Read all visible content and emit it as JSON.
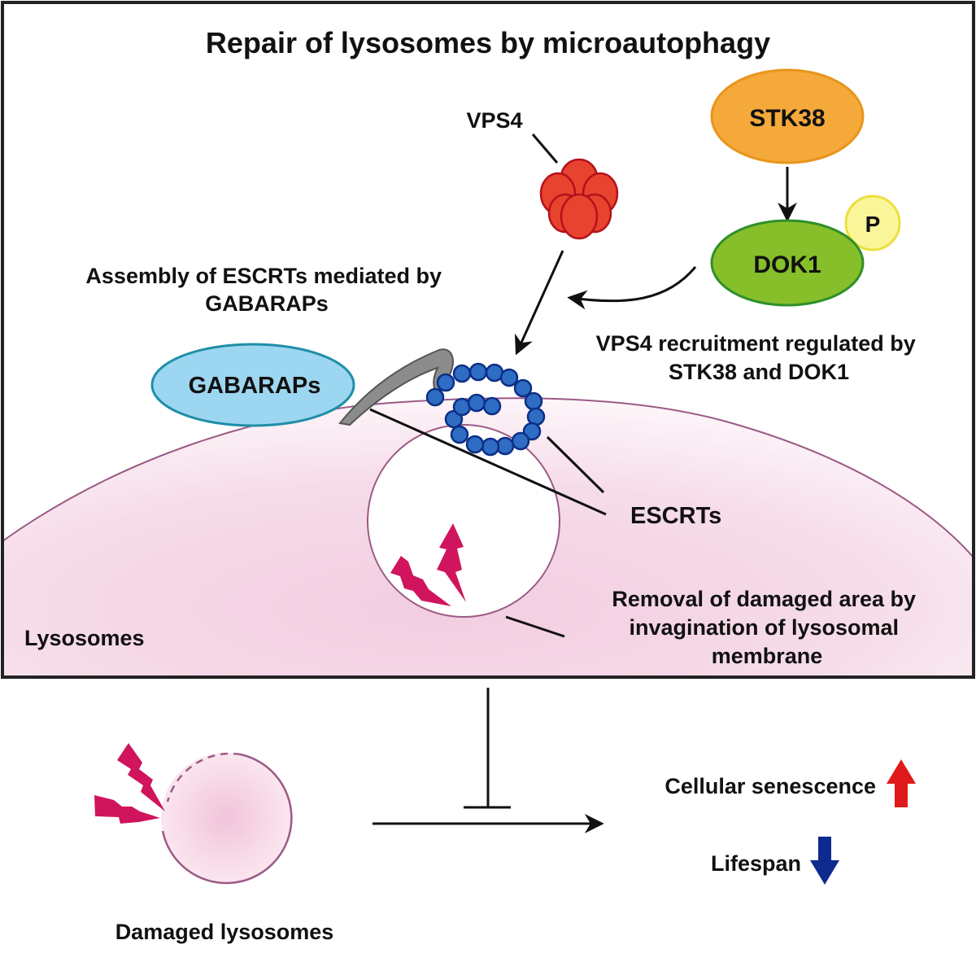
{
  "title": "Repair of lysosomes by microautophagy",
  "nodes": {
    "vps4": {
      "label": "VPS4",
      "color": "#e8432e",
      "stroke": "#b3121c"
    },
    "stk38": {
      "label": "STK38",
      "color": "#f5a93a",
      "stroke": "#e8951c"
    },
    "dok1": {
      "label": "DOK1",
      "color": "#86bf2a",
      "stroke": "#2f8f2a"
    },
    "phospho": {
      "label": "P",
      "color": "#fbf59a",
      "stroke": "#ecdf3c"
    },
    "gabaraps": {
      "label": "GABARAPs",
      "color": "#9dd6f0",
      "stroke": "#1f8ea8"
    },
    "escrts": {
      "label": "ESCRTs",
      "color": "#2f6cc4",
      "stroke": "#0c2f86"
    },
    "lysosomes": {
      "label": "Lysosomes",
      "color": "#f0c8dc",
      "stroke": "#9c5a86"
    }
  },
  "annotations": {
    "escrt_assembly": [
      "Assembly of ESCRTs mediated by",
      "GABARAPs"
    ],
    "vps4_recruitment": [
      "VPS4 recruitment regulated by",
      "STK38 and DOK1"
    ],
    "removal": [
      "Removal of damaged area by",
      "invagination of lysosomal",
      "membrane"
    ]
  },
  "bottom": {
    "damaged_label": "Damaged lysosomes",
    "outcomes": [
      {
        "label": "Cellular senescence",
        "direction": "up",
        "color": "#e01a1a"
      },
      {
        "label": "Lifespan",
        "direction": "down",
        "color": "#0d2a8f"
      }
    ]
  },
  "colors": {
    "damage_bolt": "#d0155c",
    "hook": "#8c8c8c",
    "frame": "#222222"
  }
}
